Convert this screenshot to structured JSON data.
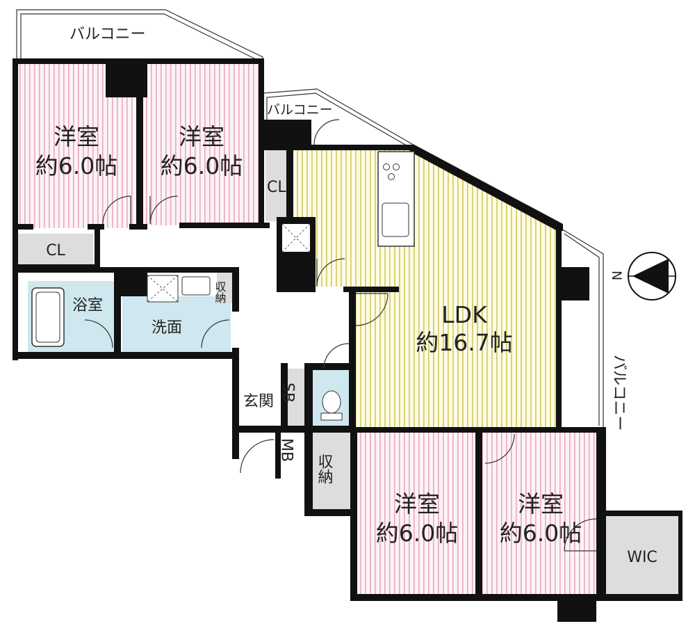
{
  "colors": {
    "bedroom_fill": "#fdf3f6",
    "bedroom_stripe": "#e9a9bd",
    "ldk_fill": "#fdfbe6",
    "ldk_stripe": "#d6cf6a",
    "wet_fill": "#cfe7ee",
    "storage_fill": "#dddddd",
    "wall": "#111111"
  },
  "compass": {
    "label": "N"
  },
  "balconies": {
    "top": "バルコニー",
    "middle": "バルコニー",
    "right": "バルコニー"
  },
  "rooms": {
    "bedroom1": {
      "name": "洋室",
      "size": "約6.0帖"
    },
    "bedroom2": {
      "name": "洋室",
      "size": "約6.0帖"
    },
    "bedroom3": {
      "name": "洋室",
      "size": "約6.0帖"
    },
    "bedroom4": {
      "name": "洋室",
      "size": "約6.0帖"
    },
    "ldk": {
      "name": "LDK",
      "size": "約16.7帖"
    },
    "bath": {
      "name": "浴室"
    },
    "washroom": {
      "name": "洗面"
    },
    "entrance": {
      "name": "玄関"
    }
  },
  "storage": {
    "cl_left": "CL",
    "cl_middle": "CL",
    "wash_storage": "収納",
    "hall_storage": "収納",
    "sb": "SB",
    "mb": "MB",
    "wic": "WIC"
  }
}
